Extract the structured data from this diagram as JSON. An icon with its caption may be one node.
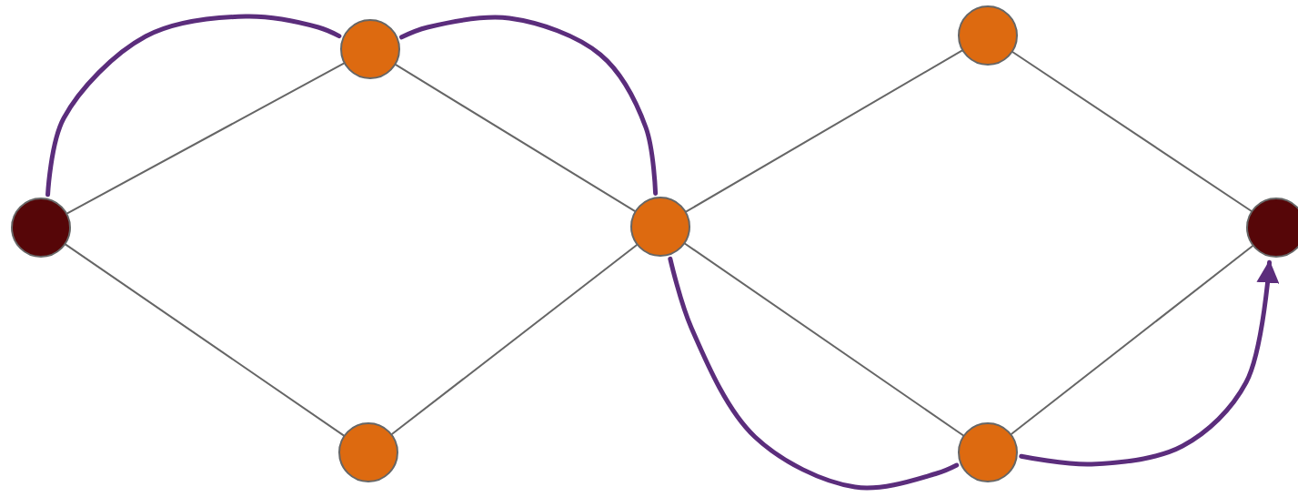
{
  "diagram": {
    "nodes": [
      {
        "text": [],
        "shape": "circle"
      },
      {
        "text": [],
        "shape": "circle"
      },
      {
        "text": [],
        "shape": "circle"
      },
      {
        "text": [],
        "shape": "circle"
      },
      {
        "text": [],
        "shape": "circle"
      },
      {
        "text": [],
        "shape": "circle"
      },
      {
        "text": [],
        "shape": "circle"
      }
    ],
    "edges": [
      {
        "from": 0,
        "to": 1,
        "arrow": "none"
      },
      {
        "from": 0,
        "to": 2,
        "arrow": "none"
      },
      {
        "from": 1,
        "to": 3,
        "arrow": "none"
      },
      {
        "from": 2,
        "to": 3,
        "arrow": "none"
      },
      {
        "from": 3,
        "to": 4,
        "arrow": "none"
      },
      {
        "from": 3,
        "to": 5,
        "arrow": "none"
      },
      {
        "from": 4,
        "to": 6,
        "arrow": "none"
      },
      {
        "from": 5,
        "to": 6,
        "arrow": "none"
      },
      {
        "from": 0,
        "to": 1,
        "arrow": "none",
        "style": "thick",
        "color": "#5b2d7c"
      },
      {
        "from": 1,
        "to": 3,
        "arrow": "none",
        "style": "thick",
        "color": "#5b2d7c"
      },
      {
        "from": 3,
        "to": 5,
        "arrow": "none",
        "style": "thick",
        "color": "#5b2d7c"
      },
      {
        "from": 5,
        "to": 6,
        "arrow": "to",
        "style": "thick",
        "color": "#5b2d7c"
      }
    ]
  }
}
